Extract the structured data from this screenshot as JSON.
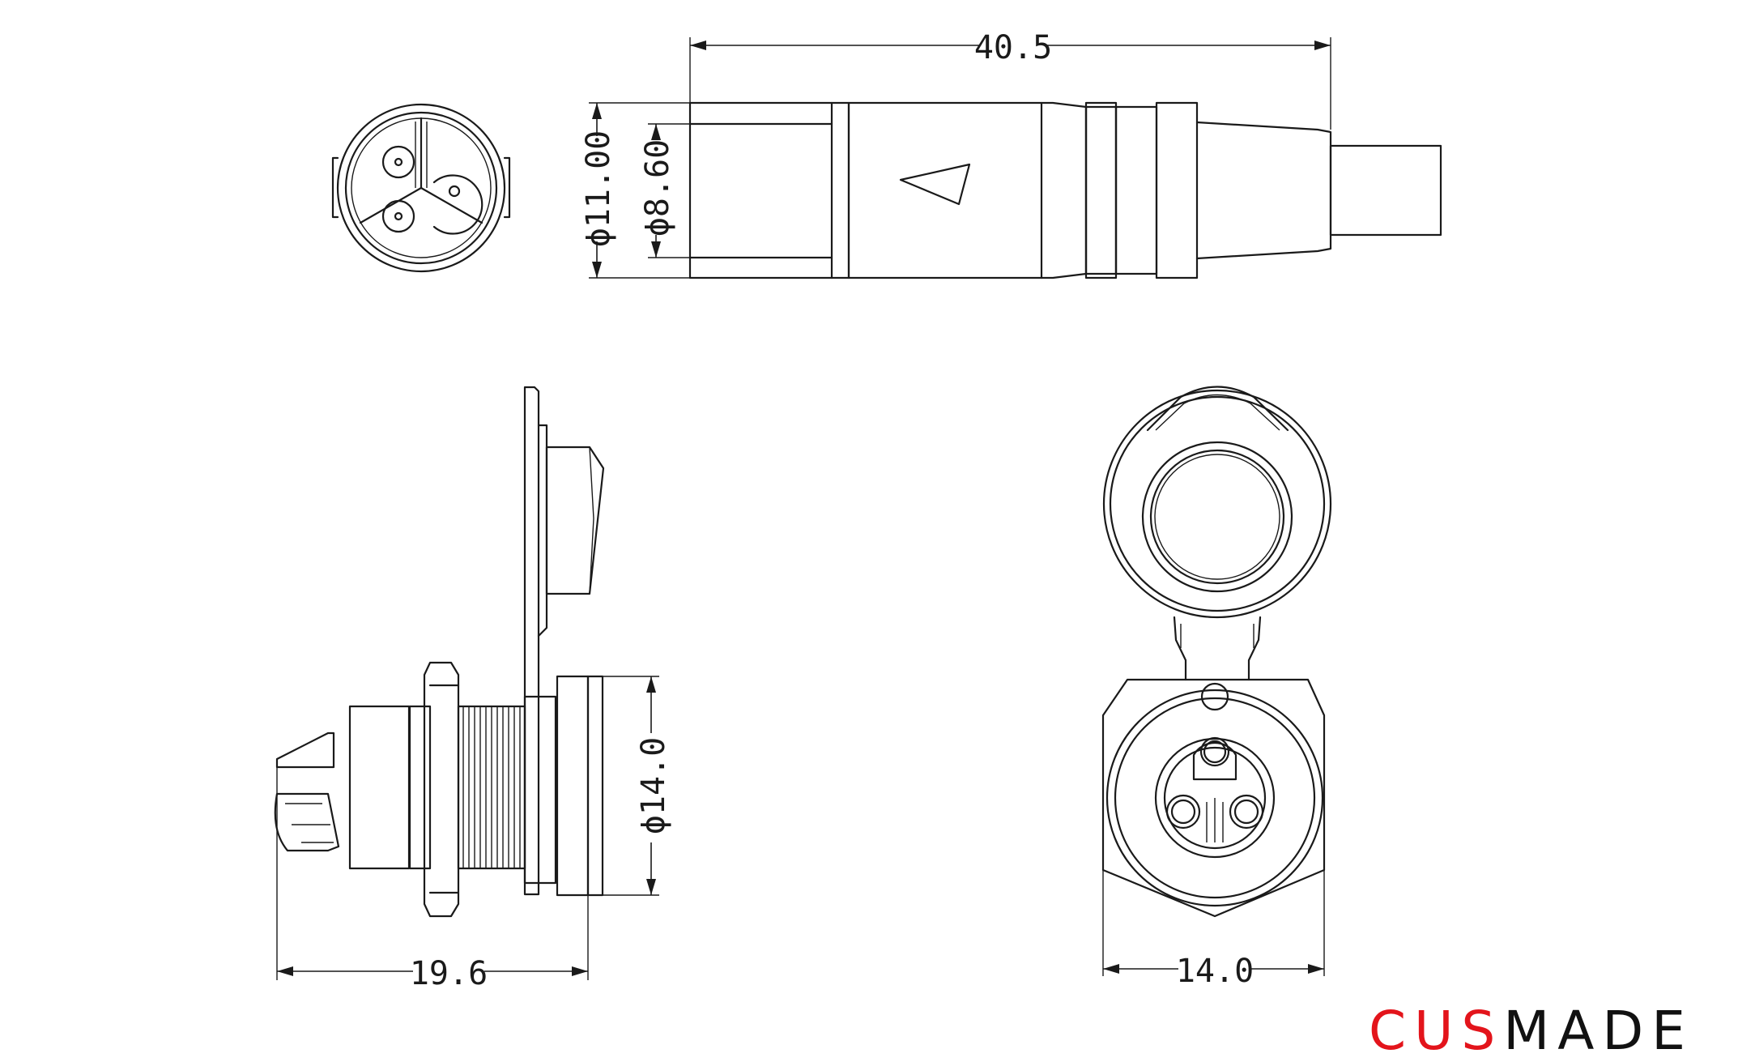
{
  "dimensions": {
    "plug_length": "40.5",
    "plug_outer_diameter": "ϕ11.00",
    "plug_inner_diameter": "ϕ8.60",
    "socket_length": "19.6",
    "socket_diameter": "ϕ14.0",
    "socket_width": "14.0"
  },
  "logo": {
    "highlight": "CUS",
    "rest": "MADE",
    "highlight_color": "#e3141b",
    "rest_color": "#111111"
  }
}
